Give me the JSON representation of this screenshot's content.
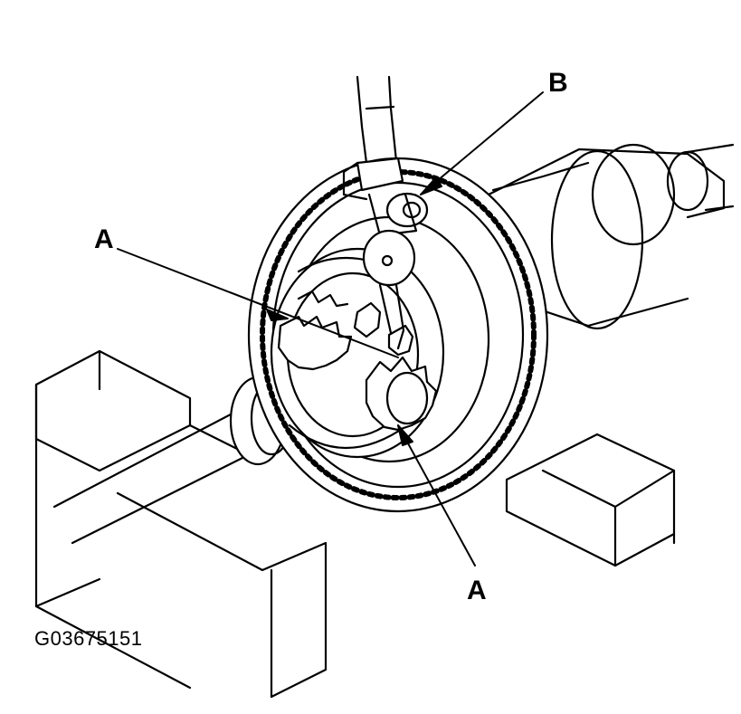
{
  "callouts": {
    "b": "B",
    "a_upper": "A",
    "a_lower": "A"
  },
  "figure_code": "G03675151",
  "colors": {
    "ink": "#000000",
    "paper": "#ffffff"
  }
}
